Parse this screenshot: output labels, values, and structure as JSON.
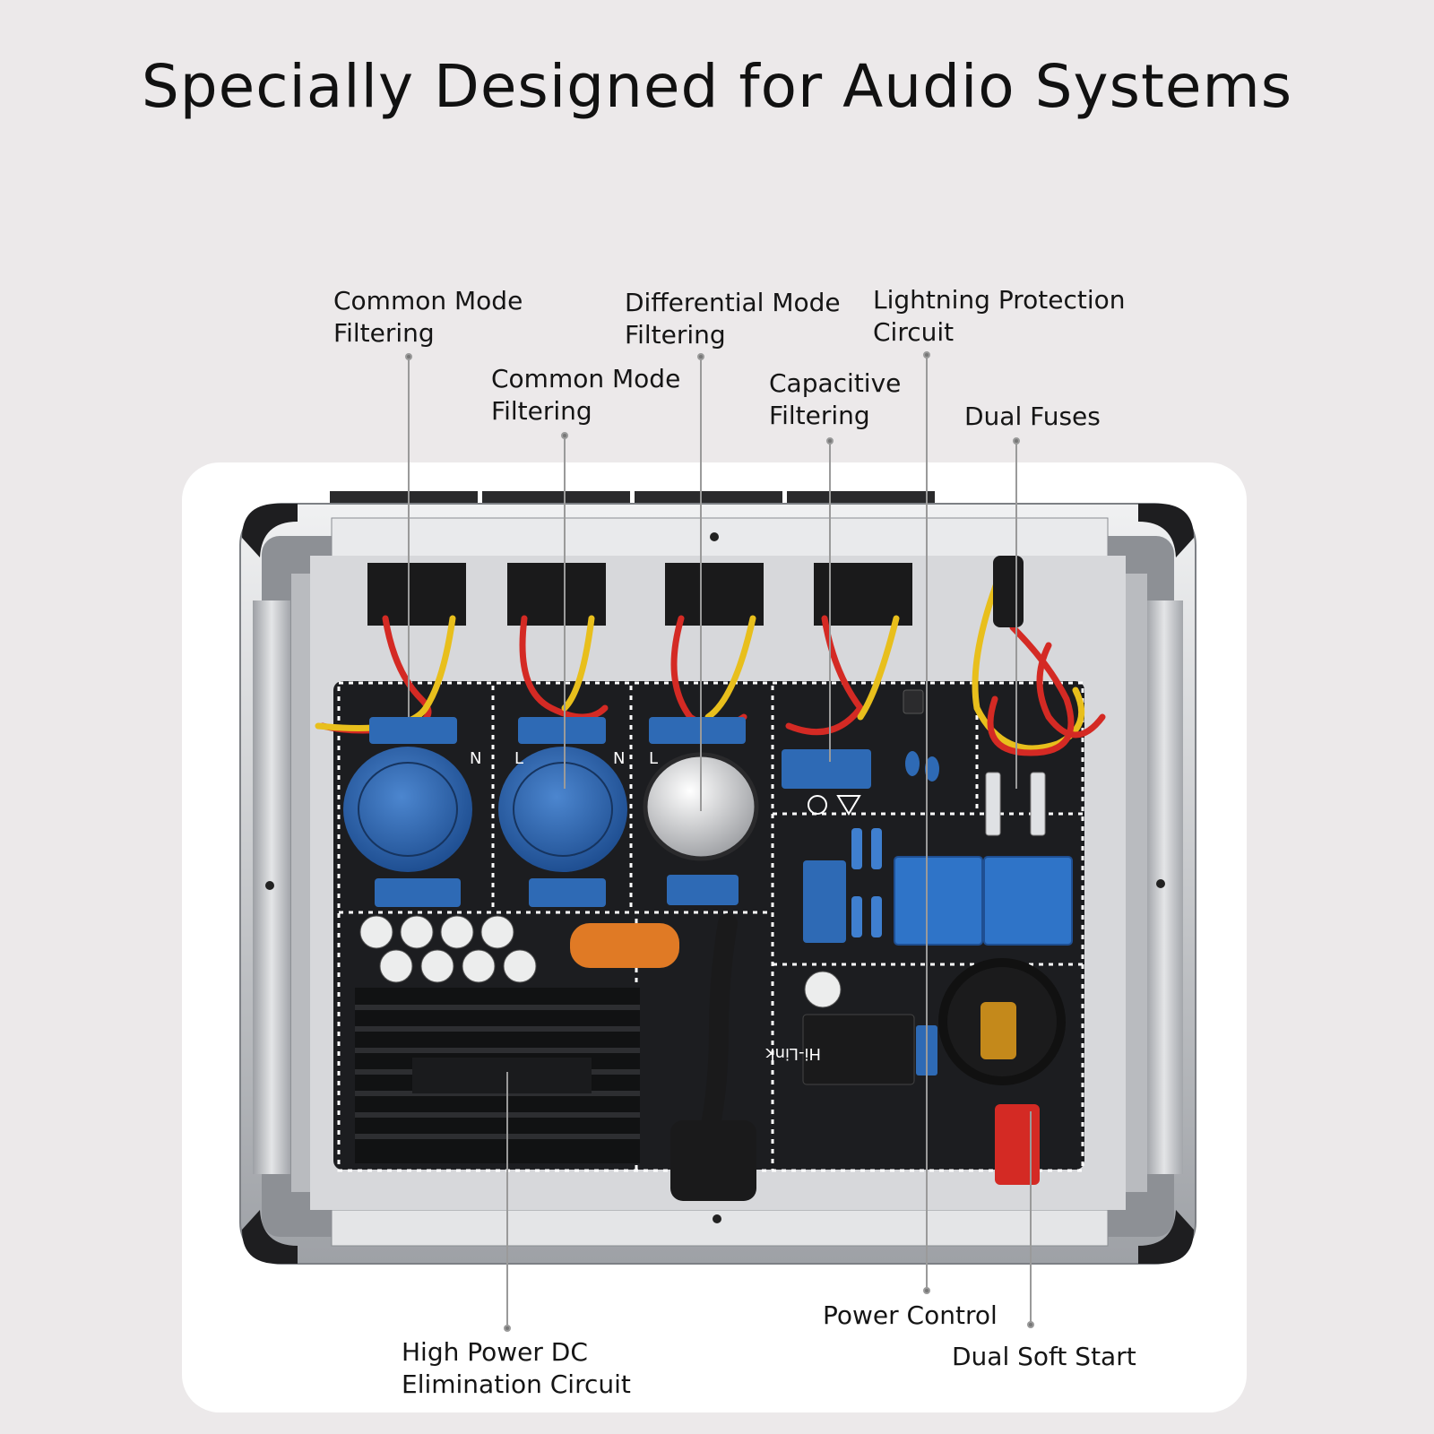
{
  "title": "Specially Designed for Audio Systems",
  "colors": {
    "background": "#ece9ea",
    "card": "#ffffff",
    "text": "#151515",
    "pcb": "#1c1d20",
    "component_blue": "#2e6ab5",
    "capacitor_orange": "#e07a25",
    "wire_red": "#d42a24",
    "wire_yellow": "#e8bf1c",
    "frame_aluminium": "#c8c9cc"
  },
  "callouts": {
    "common_mode_1": {
      "line1": "Common Mode",
      "line2": "Filtering"
    },
    "common_mode_2": {
      "line1": "Common Mode",
      "line2": "Filtering"
    },
    "differential_mode": {
      "line1": "Differential Mode",
      "line2": "Filtering"
    },
    "capacitive": {
      "line1": "Capacitive",
      "line2": "Filtering"
    },
    "lightning": {
      "line1": "Lightning Protection",
      "line2": "Circuit"
    },
    "dual_fuses": {
      "line1": "Dual Fuses"
    },
    "high_power_dc": {
      "line1": "High Power DC",
      "line2": "Elimination Circuit"
    },
    "power_control": {
      "line1": "Power Control"
    },
    "dual_soft_start": {
      "line1": "Dual Soft Start"
    }
  },
  "board_print": {
    "module_brand": "Hi-Link",
    "pin_n": "N",
    "pin_l": "L"
  }
}
